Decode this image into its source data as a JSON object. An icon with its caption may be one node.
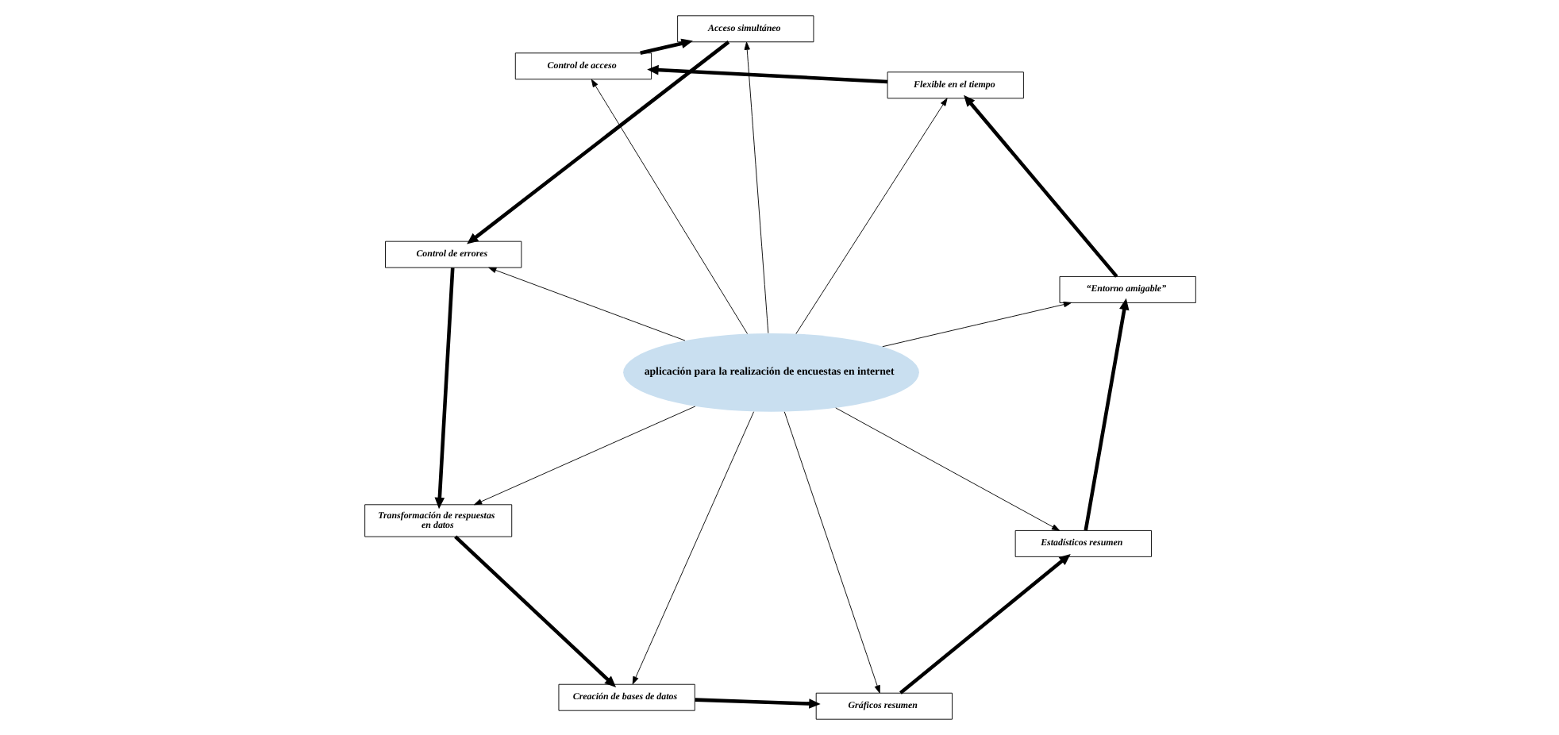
{
  "diagram": {
    "nodes": [
      {
        "text": [
          "aplicación para la realización de encuestas en internet"
        ]
      },
      {
        "text": [
          "“Entorno amigable”"
        ]
      },
      {
        "text": [
          "Flexible en el tiempo"
        ]
      },
      {
        "text": [
          "Control de acceso"
        ]
      },
      {
        "text": [
          "Acceso simultáneo"
        ]
      },
      {
        "text": [
          "Control de errores"
        ]
      },
      {
        "text": [
          "Transformación de respuestas en datos"
        ]
      },
      {
        "text": [
          "Creación de bases de datos"
        ]
      },
      {
        "text": [
          "Gráficos resumen"
        ]
      },
      {
        "text": [
          "Estadísticos resumen"
        ]
      }
    ],
    "edges": [
      {
        "from": 0,
        "to": 1,
        "arrow": "to"
      },
      {
        "from": 0,
        "to": 2,
        "arrow": "to"
      },
      {
        "from": 0,
        "to": 3,
        "arrow": "to"
      },
      {
        "from": 0,
        "to": 4,
        "arrow": "to"
      },
      {
        "from": 0,
        "to": 5,
        "arrow": "to"
      },
      {
        "from": 0,
        "to": 6,
        "arrow": "to"
      },
      {
        "from": 0,
        "to": 7,
        "arrow": "to"
      },
      {
        "from": 0,
        "to": 8,
        "arrow": "to"
      },
      {
        "from": 0,
        "to": 9,
        "arrow": "to"
      },
      {
        "from": 1,
        "to": 2,
        "arrow": "to",
        "style": "thick"
      },
      {
        "from": 2,
        "to": 3,
        "arrow": "to",
        "style": "thick"
      },
      {
        "from": 3,
        "to": 4,
        "arrow": "to",
        "style": "thick"
      },
      {
        "from": 4,
        "to": 5,
        "arrow": "to",
        "style": "thick"
      },
      {
        "from": 5,
        "to": 6,
        "arrow": "to",
        "style": "thick"
      },
      {
        "from": 6,
        "to": 7,
        "arrow": "to",
        "style": "thick"
      },
      {
        "from": 7,
        "to": 8,
        "arrow": "to",
        "style": "thick"
      },
      {
        "from": 8,
        "to": 9,
        "arrow": "to",
        "style": "thick"
      },
      {
        "from": 9,
        "to": 1,
        "arrow": "to",
        "style": "thick"
      }
    ]
  }
}
